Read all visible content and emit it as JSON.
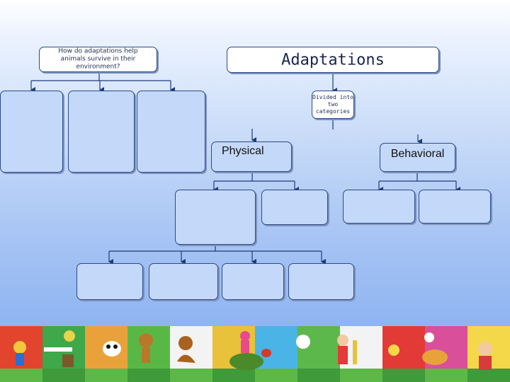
{
  "diagram": {
    "question": "How do adaptations help animals survive in their environment?",
    "title": "Adaptations",
    "divided": "Divided into two categories",
    "physical": "Physical",
    "behavioral": "Behavioral"
  },
  "colors": {
    "box_border": "#2b4a8a",
    "box_fill_blue": "#c4d8f9",
    "arrow": "#1f3a7a"
  },
  "footer": {
    "panel_colors": [
      "#e2442d",
      "#3ea84a",
      "#e9a23b",
      "#59b845",
      "#f3f3f3",
      "#e8c23a",
      "#4ab4e6",
      "#5cb84a",
      "#f3f3f3",
      "#e23a36",
      "#d94f9a",
      "#f4d84a"
    ]
  }
}
